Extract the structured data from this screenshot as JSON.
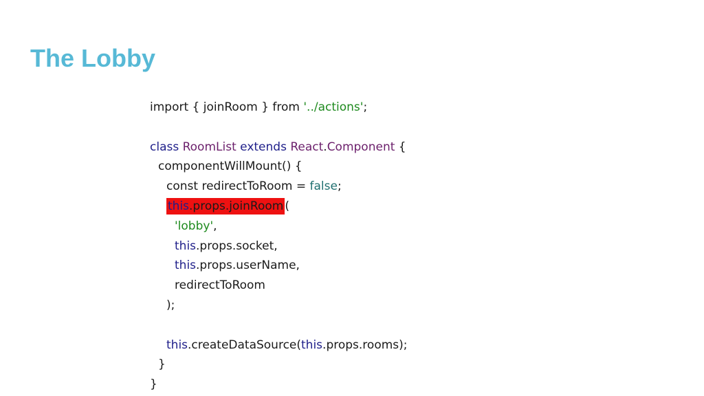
{
  "slide": {
    "title": "The Lobby"
  },
  "code": {
    "lines": [
      {
        "indent": 0,
        "tokens": [
          [
            "import { joinRoom } from ",
            ""
          ],
          [
            "'../actions'",
            "str"
          ],
          [
            ";",
            ""
          ]
        ]
      },
      {
        "indent": 0,
        "tokens": []
      },
      {
        "indent": 0,
        "tokens": [
          [
            "class",
            "kw"
          ],
          [
            " ",
            ""
          ],
          [
            "RoomList",
            "cls"
          ],
          [
            " ",
            ""
          ],
          [
            "extends",
            "kw"
          ],
          [
            " ",
            ""
          ],
          [
            "React",
            "cls"
          ],
          [
            ".",
            ""
          ],
          [
            "Component",
            "cls"
          ],
          [
            " {",
            ""
          ]
        ]
      },
      {
        "indent": 1,
        "tokens": [
          [
            "componentWillMount() {",
            ""
          ]
        ]
      },
      {
        "indent": 2,
        "tokens": [
          [
            "const redirectToRoom = ",
            ""
          ],
          [
            "false",
            "bool"
          ],
          [
            ";",
            ""
          ]
        ]
      },
      {
        "indent": 2,
        "highlight": true,
        "tokens": [
          [
            "this",
            "kw"
          ],
          [
            ".props.joinRoom",
            "plain"
          ],
          [
            "(",
            ""
          ]
        ]
      },
      {
        "indent": 3,
        "tokens": [
          [
            "'lobby'",
            "str"
          ],
          [
            ",",
            ""
          ]
        ]
      },
      {
        "indent": 3,
        "tokens": [
          [
            "this",
            "kw"
          ],
          [
            ".props.socket,",
            ""
          ]
        ]
      },
      {
        "indent": 3,
        "tokens": [
          [
            "this",
            "kw"
          ],
          [
            ".props.userName,",
            ""
          ]
        ]
      },
      {
        "indent": 3,
        "tokens": [
          [
            "redirectToRoom",
            ""
          ]
        ]
      },
      {
        "indent": 2,
        "tokens": [
          [
            ");",
            ""
          ]
        ]
      },
      {
        "indent": 0,
        "tokens": []
      },
      {
        "indent": 2,
        "tokens": [
          [
            "this",
            "kw"
          ],
          [
            ".createDataSource(",
            ""
          ],
          [
            "this",
            "kw"
          ],
          [
            ".props.rooms);",
            ""
          ]
        ]
      },
      {
        "indent": 1,
        "tokens": [
          [
            "}",
            ""
          ]
        ]
      },
      {
        "indent": 0,
        "tokens": [
          [
            "}",
            ""
          ]
        ]
      }
    ]
  }
}
